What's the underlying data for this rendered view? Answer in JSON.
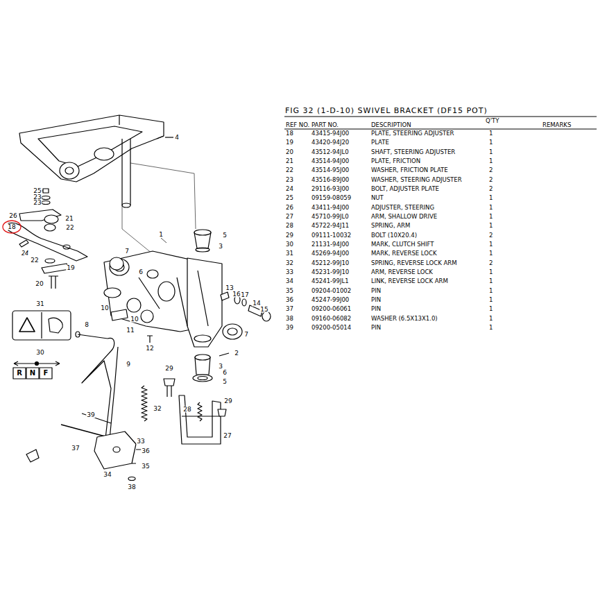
{
  "diagram": {
    "title": "FIG 32 (1-D-10) SWIVEL BRACKET (DF15 POT)",
    "labels": [
      "4",
      "25",
      "23",
      "23",
      "26",
      "21",
      "18",
      "22",
      "24",
      "22",
      "19",
      "20",
      "1",
      "5",
      "3",
      "7",
      "6",
      "13",
      "16",
      "17",
      "14",
      "15",
      "10",
      "10",
      "11",
      "12",
      "7",
      "2",
      "31",
      "30",
      "8",
      "9",
      "3",
      "6",
      "5",
      "29",
      "32",
      "28",
      "29",
      "27",
      "39",
      "33",
      "36",
      "37",
      "35",
      "34",
      "38",
      "R",
      "N",
      "F",
      "REF NO.",
      "PART NO.",
      "DESCRIPTION",
      "Q'TY",
      "REMARKS",
      "18",
      "43415-94J00",
      "PLATE, STEERING ADJUSTER",
      "1",
      "19",
      "43420-94J20",
      "PLATE",
      "1",
      "20",
      "43512-94JL0",
      "SHAFT, STEERING ADJUSTER",
      "1",
      "21",
      "43514-94J00",
      "PLATE, FRICTION",
      "1",
      "22",
      "43514-95J00",
      "WASHER, FRICTION PLATE",
      "2",
      "23",
      "43516-89J00",
      "WASHER, STEERING ADJUSTER",
      "2",
      "24",
      "29116-93J00",
      "BOLT, ADJUSTER PLATE",
      "2",
      "25",
      "09159-08059",
      "NUT",
      "1",
      "26",
      "43411-94J00",
      "ADJUSTER, STEERING",
      "1",
      "27",
      "45710-99JL0",
      "ARM, SHALLOW DRIVE",
      "1",
      "28",
      "45722-94J11",
      "SPRING, ARM",
      "1",
      "29",
      "09111-10032",
      "BOLT (10X20.4)",
      "2",
      "30",
      "21131-94J00",
      "MARK, CLUTCH SHIFT",
      "1",
      "31",
      "45269-94J00",
      "MARK, REVERSE LOCK",
      "1",
      "32",
      "45212-99J10",
      "SPRING, REVERSE LOCK ARM",
      "2",
      "33",
      "45231-99J10",
      "ARM, REVERSE LOCK",
      "1",
      "34",
      "45241-99JL1",
      "LINK, REVERSE LOCK ARM",
      "1",
      "35",
      "09204-01002",
      "PIN",
      "1",
      "36",
      "45247-99J00",
      "PIN",
      "1",
      "37",
      "09200-06061",
      "PIN",
      "1",
      "38",
      "09160-06082",
      "WASHER (6.5X13X1.0)",
      "1",
      "39",
      "09200-05014",
      "PIN",
      "1"
    ]
  }
}
